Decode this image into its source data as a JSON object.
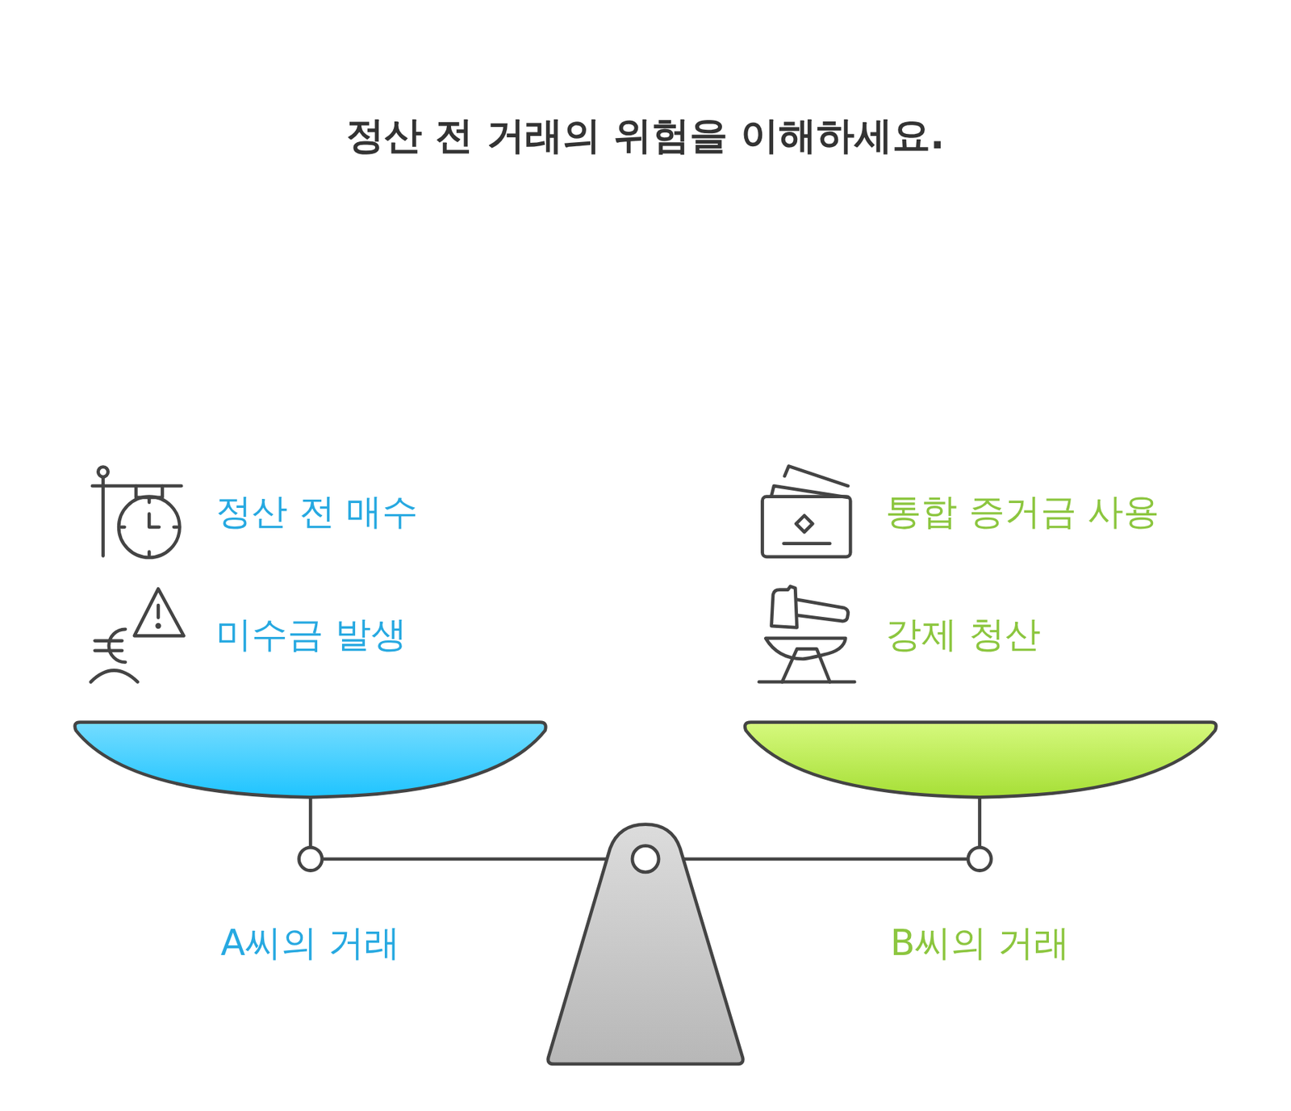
{
  "diagram": {
    "title": "정산 전 거래의 위험을 이해하세요.",
    "labels": [
      "정산 전 매수",
      "미수금 발생",
      "통합 증거금 사용",
      "강제 청산",
      "A씨의 거래",
      "B씨의 거래"
    ]
  }
}
